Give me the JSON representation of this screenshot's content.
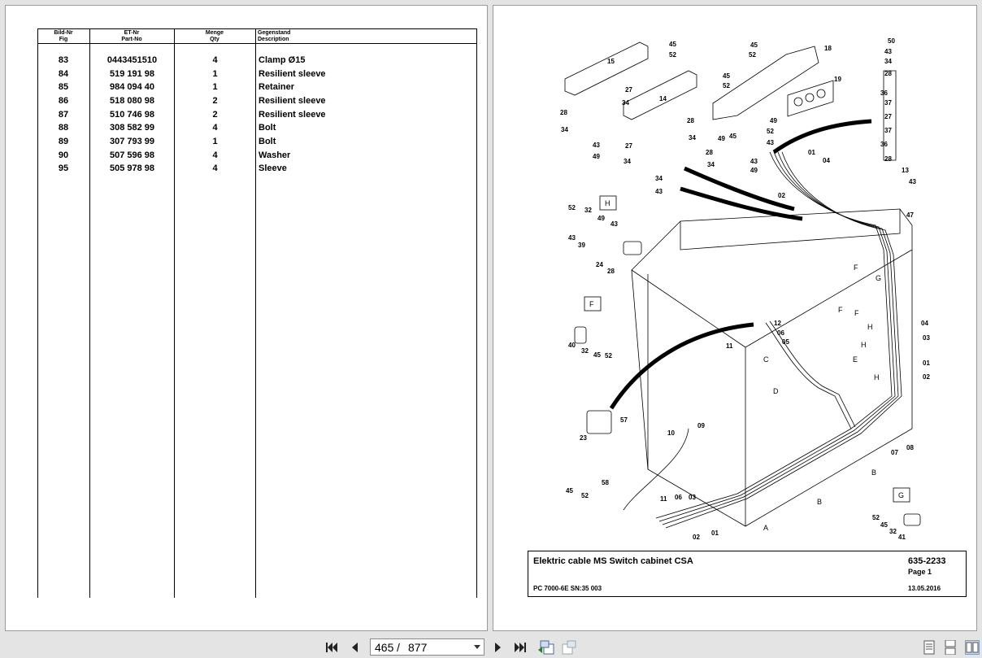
{
  "table": {
    "headers": {
      "fig": [
        "Bild-Nr",
        "Fig"
      ],
      "part": [
        "ET-Nr",
        "Part-No"
      ],
      "qty": [
        "Menge",
        "Qty"
      ],
      "desc": [
        "Gegenstand",
        "Description"
      ]
    },
    "rows": [
      {
        "fig": "83",
        "part": "0443451510",
        "qty": "4",
        "desc": "Clamp Ø15"
      },
      {
        "fig": "84",
        "part": "519 191 98",
        "qty": "1",
        "desc": "Resilient sleeve"
      },
      {
        "fig": "85",
        "part": "984 094 40",
        "qty": "1",
        "desc": "Retainer"
      },
      {
        "fig": "86",
        "part": "518 080 98",
        "qty": "2",
        "desc": "Resilient sleeve"
      },
      {
        "fig": "87",
        "part": "510 746 98",
        "qty": "2",
        "desc": "Resilient sleeve"
      },
      {
        "fig": "88",
        "part": "308 582 99",
        "qty": "4",
        "desc": "Bolt"
      },
      {
        "fig": "89",
        "part": "307 793 99",
        "qty": "1",
        "desc": "Bolt"
      },
      {
        "fig": "90",
        "part": "507 596 98",
        "qty": "4",
        "desc": "Washer"
      },
      {
        "fig": "95",
        "part": "505 978 98",
        "qty": "4",
        "desc": "Sleeve"
      }
    ]
  },
  "drawing": {
    "title": "Elektric cable MS Switch cabinet CSA",
    "model": "PC 7000-6E SN:35 003",
    "drawing_no": "635-2233",
    "page": "Page 1",
    "date": "13.05.2016",
    "callouts": [
      "50",
      "43",
      "34",
      "28",
      "36",
      "37",
      "27",
      "37",
      "36",
      "28",
      "13",
      "43",
      "47",
      "45",
      "52",
      "18",
      "19",
      "45",
      "52",
      "15",
      "45",
      "52",
      "27",
      "34",
      "14",
      "28",
      "34",
      "28",
      "34",
      "43",
      "49",
      "27",
      "34",
      "34",
      "43",
      "49",
      "45",
      "52",
      "43",
      "49",
      "28",
      "34",
      "43",
      "49",
      "01",
      "04",
      "02",
      "52",
      "32",
      "49",
      "43",
      "43",
      "39",
      "24",
      "28",
      "40",
      "32",
      "45",
      "52",
      "57",
      "23",
      "45",
      "52",
      "58",
      "10",
      "09",
      "11",
      "06",
      "03",
      "02",
      "01",
      "11",
      "12",
      "06",
      "05",
      "04",
      "03",
      "01",
      "02",
      "07",
      "08",
      "52",
      "45",
      "32",
      "41"
    ],
    "view_letters": [
      "H",
      "F",
      "G",
      "F",
      "F",
      "F",
      "G",
      "H",
      "H",
      "E",
      "H",
      "C",
      "D",
      "B",
      "B",
      "A"
    ]
  },
  "viewer": {
    "current_page": "465",
    "separator": "/",
    "total_pages": "877"
  }
}
